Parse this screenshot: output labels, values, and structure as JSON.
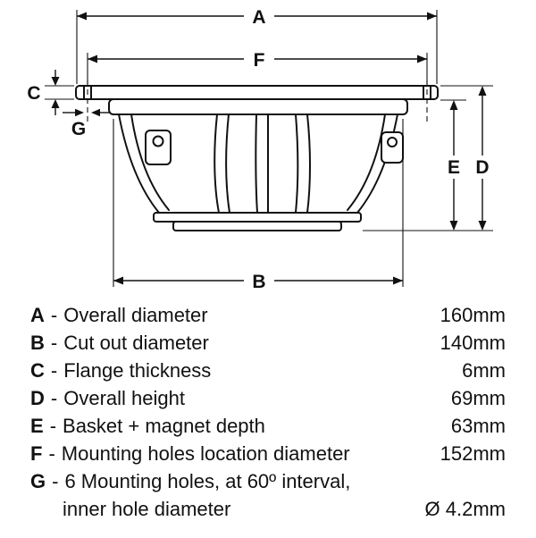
{
  "page": {
    "background": "#ffffff",
    "ink": "#111111"
  },
  "diagram": {
    "labels": {
      "a": "A",
      "b": "B",
      "c": "C",
      "d": "D",
      "e": "E",
      "f": "F",
      "g": "G"
    }
  },
  "legend": {
    "separator": "-",
    "rows": [
      {
        "letter": "A",
        "desc": "Overall diameter",
        "value": "160mm"
      },
      {
        "letter": "B",
        "desc": "Cut out diameter",
        "value": "140mm"
      },
      {
        "letter": "C",
        "desc": "Flange thickness",
        "value": "6mm"
      },
      {
        "letter": "D",
        "desc": "Overall height",
        "value": "69mm"
      },
      {
        "letter": "E",
        "desc": "Basket + magnet depth",
        "value": "63mm"
      },
      {
        "letter": "F",
        "desc": "Mounting holes location diameter",
        "value": "152mm"
      },
      {
        "letter": "G",
        "desc": "6 Mounting holes, at 60º interval,",
        "desc2": "inner hole diameter",
        "value": "Ø 4.2mm"
      }
    ]
  }
}
